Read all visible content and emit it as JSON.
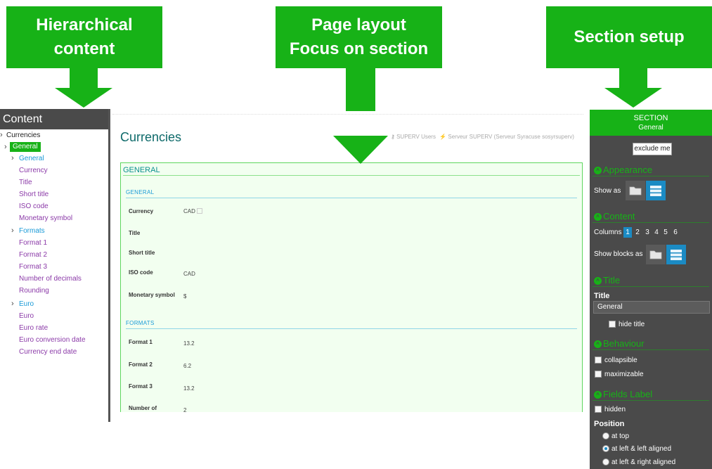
{
  "callouts": {
    "left_line1": "Hierarchical",
    "left_line2": "content",
    "middle_line1": "Page layout",
    "middle_line2": "Focus on section",
    "right_line1": "Section setup"
  },
  "colors": {
    "accent_green": "#17b217",
    "teal_title": "#0e6a6a",
    "link_blue": "#1a9ad7",
    "link_purple": "#8b3aa8",
    "panel_dark": "#4a4a4a",
    "active_blue": "#1b8bc4"
  },
  "content_panel": {
    "title": "Content",
    "tree": [
      {
        "label": "Currencies"
      },
      {
        "label": "General"
      },
      {
        "label": "General"
      },
      {
        "label": "Currency"
      },
      {
        "label": "Title"
      },
      {
        "label": "Short title"
      },
      {
        "label": "ISO code"
      },
      {
        "label": "Monetary symbol"
      },
      {
        "label": "Formats"
      },
      {
        "label": "Format 1"
      },
      {
        "label": "Format 2"
      },
      {
        "label": "Format 3"
      },
      {
        "label": "Number of decimals"
      },
      {
        "label": "Rounding"
      },
      {
        "label": "Euro"
      },
      {
        "label": "Euro"
      },
      {
        "label": "Euro rate"
      },
      {
        "label": "Euro conversion date"
      },
      {
        "label": "Currency end date"
      }
    ]
  },
  "page": {
    "title": "Currencies",
    "meta_users": "SUPERV Users",
    "meta_server": "Serveur SUPERV (Serveur Syracuse sosyrsuperv)",
    "section_title": "GENERAL",
    "block_general": "GENERAL",
    "block_formats": "FORMATS",
    "fields_general": [
      {
        "label": "Currency",
        "value": "CAD"
      },
      {
        "label": "Title",
        "value": ""
      },
      {
        "label": "Short title",
        "value": ""
      },
      {
        "label": "ISO code",
        "value": "CAD"
      },
      {
        "label": "Monetary symbol",
        "value": "$"
      }
    ],
    "fields_formats": [
      {
        "label": "Format 1",
        "value": "13.2"
      },
      {
        "label": "Format 2",
        "value": "6.2"
      },
      {
        "label": "Format 3",
        "value": "13.2"
      },
      {
        "label": "Number of",
        "value": "2"
      }
    ]
  },
  "section_setup": {
    "header": "SECTION",
    "subheader": "General",
    "exclude_button": "exclude me",
    "appearance_heading": "Appearance",
    "show_as_label": "Show as",
    "content_heading": "Content",
    "columns_label": "Columns",
    "columns": [
      "1",
      "2",
      "3",
      "4",
      "5",
      "6"
    ],
    "columns_selected": "1",
    "show_blocks_label": "Show blocks as",
    "title_heading": "Title",
    "title_label": "Title",
    "title_value": "General",
    "hide_title_label": "hide title",
    "behaviour_heading": "Behaviour",
    "collapsible_label": "collapsible",
    "maximizable_label": "maximizable",
    "fields_label_heading": "Fields Label",
    "hidden_label": "hidden",
    "position_label": "Position",
    "position_options": [
      "at top",
      "at left & left aligned",
      "at left & right aligned"
    ],
    "position_selected": "at left & left aligned"
  }
}
